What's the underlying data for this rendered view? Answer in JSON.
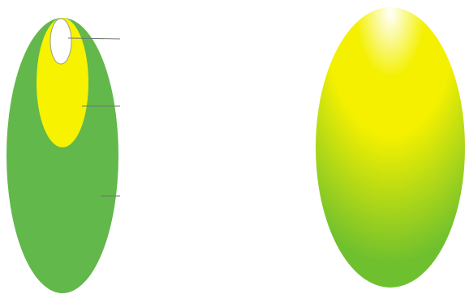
{
  "colors": {
    "background": "#ffffff",
    "outer_green": "#62b84a",
    "middle_yellow": "#f6f200",
    "inner_white": "#ffffff",
    "inner_outline": "#9aa08a",
    "leader_line": "#6f7a6f",
    "gradient_center": "#ffffff",
    "gradient_mid": "#f4f000",
    "gradient_outer": "#6fc02e"
  },
  "figures": [
    {
      "name": "layered-zones-ellipse",
      "zones": [
        "outer-green-zone",
        "middle-yellow-zone",
        "inner-white-zone"
      ],
      "leader_lines": 3
    },
    {
      "name": "gradient-ellipse",
      "fill": "radial-gradient"
    }
  ]
}
